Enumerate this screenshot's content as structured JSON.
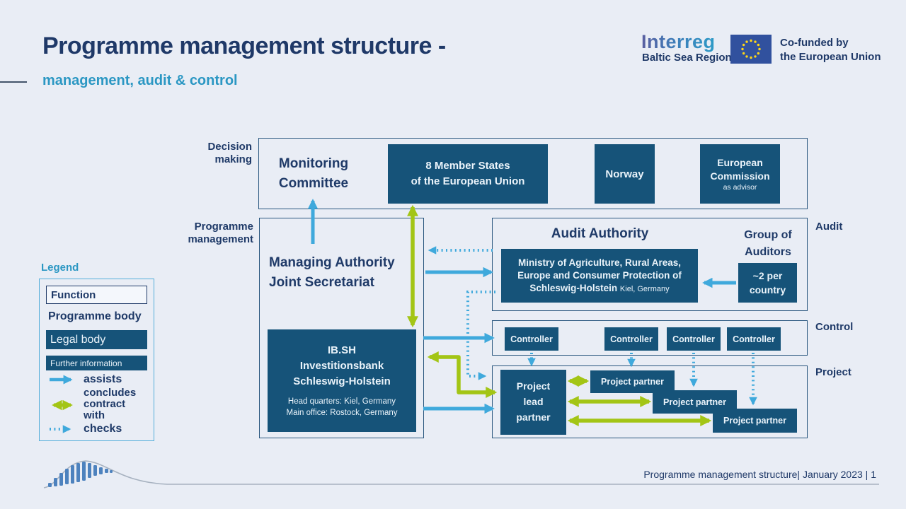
{
  "header": {
    "title": "Programme management structure -",
    "subtitle": "management, audit & control"
  },
  "logo": {
    "brand": "Interreg",
    "region": "Baltic Sea Region",
    "cofunded": "Co-funded by\nthe European Union"
  },
  "legend": {
    "title": "Legend",
    "function_label": "Function",
    "programme_body_label": "Programme body",
    "legal_body_label": "Legal body",
    "further_info_label": "Further information",
    "assists_label": "assists",
    "concludes_label": "concludes\ncontract\nwith",
    "checks_label": "checks"
  },
  "diagram": {
    "row_labels": {
      "decision": "Decision\nmaking",
      "programme": "Programme\nmanagement",
      "audit": "Audit",
      "control": "Control",
      "project": "Project"
    },
    "decision": {
      "monitoring_committee": "Monitoring\nCommittee",
      "member_states": "8 Member States\nof the European Union",
      "norway": "Norway",
      "european_commission": "European\nCommission",
      "ec_note": "as advisor"
    },
    "management": {
      "managing_authority": "Managing Authority\nJoint Secretariat",
      "ibsh_name": "IB.SH\nInvestitionsbank\nSchleswig-Holstein",
      "ibsh_details": "Head quarters: Kiel, Germany\nMain office: Rostock, Germany"
    },
    "audit": {
      "title": "Audit Authority",
      "ministry": "Ministry of Agriculture, Rural Areas,\nEurope and Consumer Protection of\nSchleswig-Holstein",
      "ministry_location": "Kiel, Germany",
      "group_title": "Group of\nAuditors",
      "group_box": "~2 per\ncountry"
    },
    "control": {
      "controllers": [
        "Controller",
        "Controller",
        "Controller",
        "Controller"
      ]
    },
    "project": {
      "lead": "Project\nlead\npartner",
      "partners": [
        "Project partner",
        "Project partner",
        "Project partner"
      ]
    }
  },
  "footer": {
    "text": "Programme management structure| January 2023 | 1"
  },
  "colors": {
    "background": "#E9EDF5",
    "dark_box": "#165379",
    "navy_text": "#1F3968",
    "teal_accent": "#2B97C3",
    "arrow_blue": "#3FA9DC",
    "arrow_green": "#A3C515",
    "eu_flag_blue": "#31519E",
    "star_yellow": "#FFD617"
  }
}
